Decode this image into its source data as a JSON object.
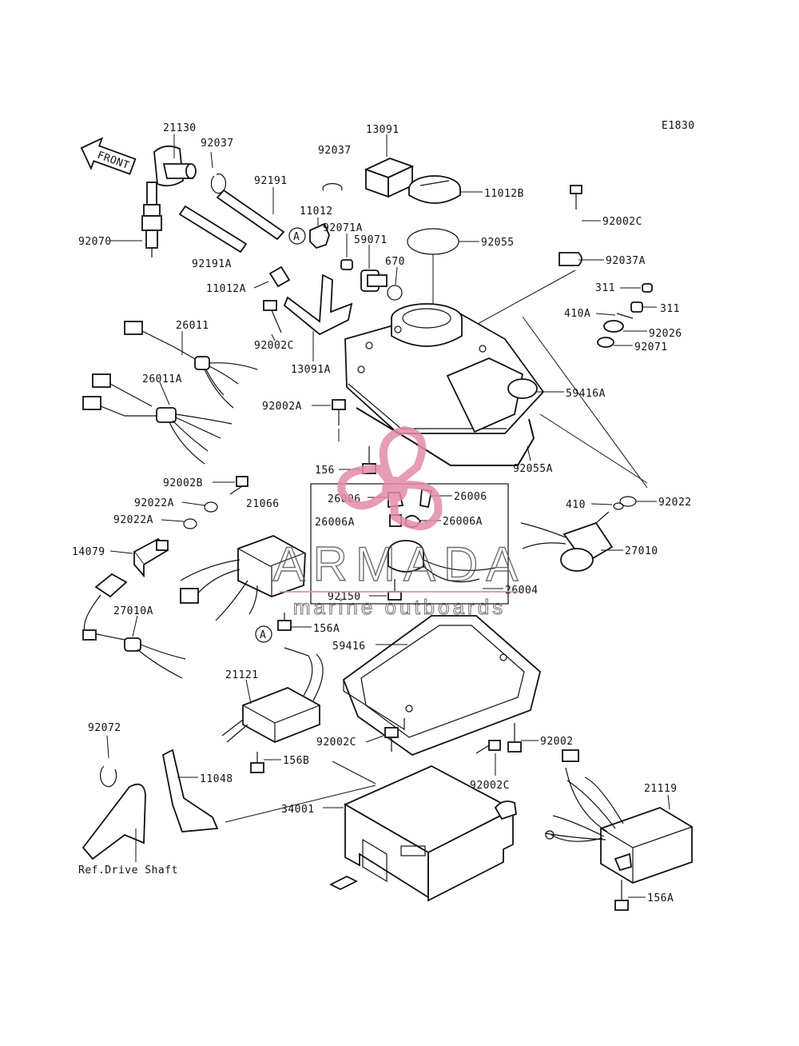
{
  "diagram_code": "E1830",
  "front_marker": "FRONT",
  "ref_note": "Ref.Drive Shaft",
  "callout_letter": "A",
  "part_labels": {
    "p21130": "21130",
    "p92037_top": "92037",
    "p92037": "92037",
    "p13091": "13091",
    "p11012B": "11012B",
    "p92191": "92191",
    "p11012": "11012",
    "p92071A": "92071A",
    "p59071": "59071",
    "p670": "670",
    "p92055": "92055",
    "p92070": "92070",
    "p92191A": "92191A",
    "p92002C_tr": "92002C",
    "p92037A": "92037A",
    "p311_a": "311",
    "p311_b": "311",
    "p410A": "410A",
    "p92026": "92026",
    "p92071": "92071",
    "p11012A": "11012A",
    "p26011": "26011",
    "p92002C_mid": "92002C",
    "p13091A": "13091A",
    "p26011A": "26011A",
    "p59416A": "59416A",
    "p92002A": "92002A",
    "p92055A": "92055A",
    "p156": "156",
    "p92002B": "92002B",
    "p21066": "21066",
    "p92022A_a": "92022A",
    "p92022A_b": "92022A",
    "p26006_r": "26006",
    "p26006_l": "26006",
    "p26006A_l": "26006A",
    "p26006A_r": "26006A",
    "p410": "410",
    "p92022": "92022",
    "p14079": "14079",
    "p27010": "27010",
    "p27010A": "27010A",
    "p92150": "92150",
    "p26004": "26004",
    "p156A_mid": "156A",
    "p59416": "59416",
    "p21121": "21121",
    "p92072": "92072",
    "p92002C_low": "92002C",
    "p92002": "92002",
    "p156B": "156B",
    "p11048": "11048",
    "p92002C_low2": "92002C",
    "p21119": "21119",
    "p34001": "34001",
    "p156A_low": "156A"
  },
  "watermark": {
    "brand": "ARMADA",
    "tagline": "marine outboards",
    "color": "#e58aa8"
  }
}
